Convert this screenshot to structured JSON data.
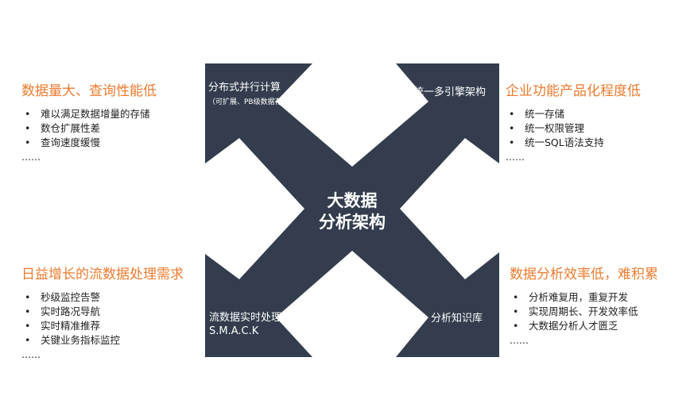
{
  "center": {
    "line1": "大数据",
    "line2": "分析架构"
  },
  "arms": {
    "top_left": {
      "title": "分布式并行计算",
      "subtitle": "（可扩展、PB级数据存储）"
    },
    "top_right": {
      "title": "统一多引擎架构"
    },
    "bottom_left": {
      "title": "流数据实时处理",
      "subtitle": "S.M.A.C.K"
    },
    "bottom_right": {
      "title": "分析知识库"
    }
  },
  "issues": {
    "top_left": {
      "title": "数据量大、查询性能低",
      "items": [
        "难以满足数据增量的存储",
        "数仓扩展性差",
        "查询速度缓慢"
      ],
      "more": "……"
    },
    "top_right": {
      "title": "企业功能产品化程度低",
      "items": [
        "统一存储",
        "统一权限管理",
        "统一SQL语法支持"
      ],
      "more": "……"
    },
    "bottom_left": {
      "title": "日益增长的流数据处理需求",
      "items": [
        "秒级监控告警",
        "实时路况导航",
        "实时精准推荐",
        "关键业务指标监控"
      ],
      "more": "……"
    },
    "bottom_right": {
      "title": "数据分析效率低，难积累",
      "items": [
        "分析难复用，重复开发",
        "实现周期长、开发效率低",
        "大数据分析人才匮乏"
      ],
      "more": "……"
    }
  },
  "colors": {
    "shape": "#333d4e",
    "accent": "#ec7b2f"
  }
}
